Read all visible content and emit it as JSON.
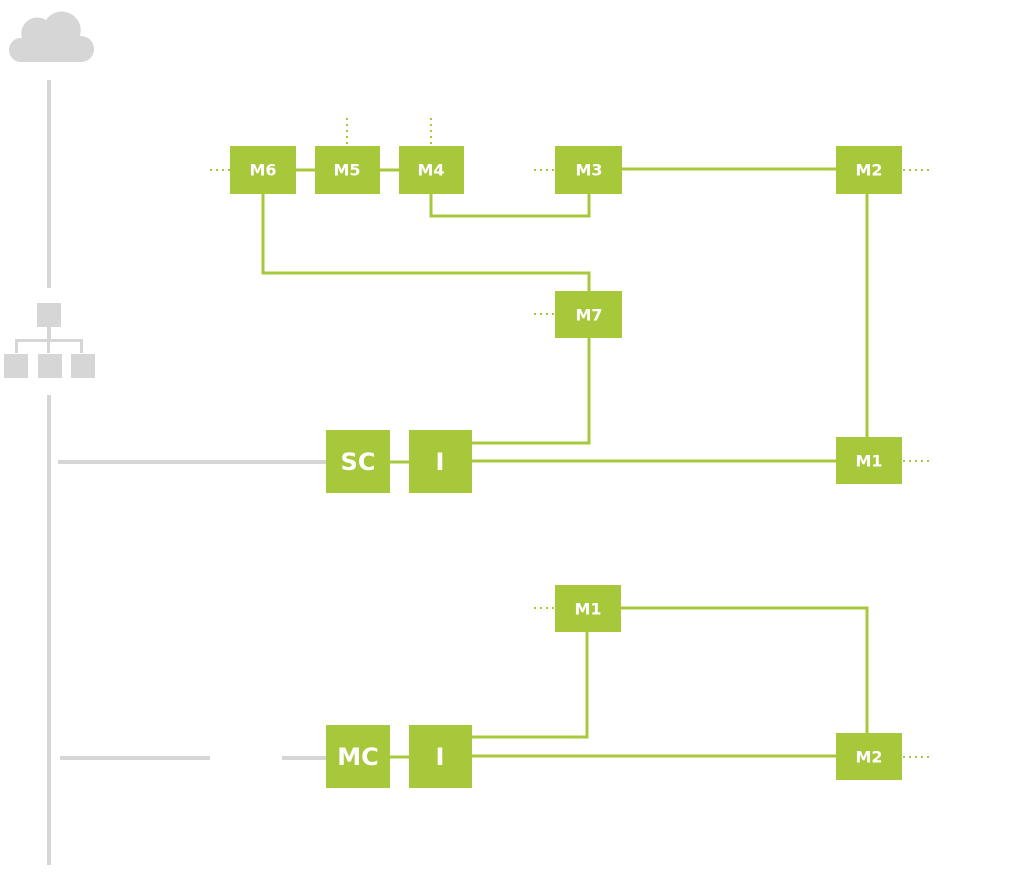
{
  "colors": {
    "node_fill": "#a8c83c",
    "link": "#a8c83c",
    "infra": "#d6d6d6",
    "dotted": "#a8c83c"
  },
  "icons": {
    "cloud": "cloud-icon",
    "hierarchy": "hierarchy-icon"
  },
  "nodes": {
    "m6": "M6",
    "m5": "M5",
    "m4": "M4",
    "m3": "M3",
    "m2_top": "M2",
    "m7": "M7",
    "sc": "SC",
    "i_top": "I",
    "m1_top": "M1",
    "m1_bottom": "M1",
    "mc": "MC",
    "i_bottom": "I",
    "m2_bottom": "M2"
  }
}
